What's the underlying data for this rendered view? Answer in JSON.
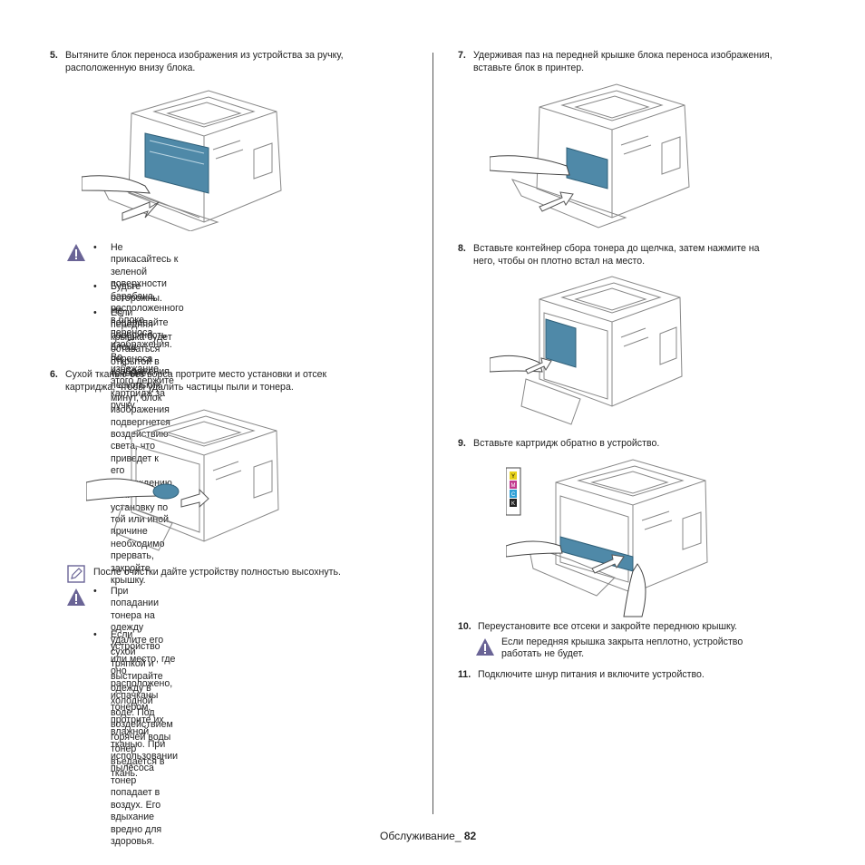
{
  "left": {
    "step5": {
      "num": "5.",
      "lines": [
        "Вытяните блок переноса изображения из устройства за ручку,",
        "расположенную внизу блока."
      ]
    },
    "warning1": {
      "icon": "warning-icon",
      "bullets": [
        {
          "lines": [
            "Не прикасайтесь к зеленой поверхности барабана,",
            "расположенного в блоке переноса изображения. Во",
            "избежание этого держите картридж за ручку."
          ]
        },
        {
          "lines": [
            "Будьте осторожны. Не поцарапайте поверхность блока",
            "переноса изображения."
          ]
        },
        {
          "lines": [
            "Если передняя крышка будет оставаться открытой в",
            "течение нескольких минут, блок изображения",
            "подвергнется воздействию света, что приведет к его",
            "повреждению. Если установку по той или иной причине",
            "необходимо прервать, закройте крышку."
          ]
        }
      ]
    },
    "step6": {
      "num": "6.",
      "lines": [
        "Сухой тканью без ворса протрите место установки и отсек",
        "картриджа, чтобы удалить частицы пыли и тонера."
      ]
    },
    "note": {
      "icon": "note-icon",
      "text": "После очистки дайте устройству полностью высохнуть."
    },
    "warning2": {
      "icon": "warning-icon",
      "bullets": [
        {
          "lines": [
            "При попадании тонера на одежду удалите его сухой",
            "тряпкой и выстирайте одежду в холодной воде. Под",
            "воздействием горячей воды тонер въедается в ткань."
          ]
        },
        {
          "lines": [
            "Если устройство или место, где оно расположено,",
            "испачканы тонером, протрите их влажной тканью. При",
            "использовании пылесоса тонер попадает в воздух. Его",
            "вдыхание вредно для здоровья."
          ]
        }
      ]
    }
  },
  "right": {
    "step7": {
      "num": "7.",
      "lines": [
        "Удерживая паз на передней крышке блока переноса изображения,",
        "вставьте блок в принтер."
      ]
    },
    "step8": {
      "num": "8.",
      "lines": [
        "Вставьте контейнер сбора тонера до щелчка, затем нажмите на",
        "него, чтобы он плотно встал на место."
      ]
    },
    "step9": {
      "num": "9.",
      "lines": [
        "Вставьте картридж обратно в устройство."
      ]
    },
    "step10": {
      "num": "10.",
      "lines": [
        "Переустановите все отсеки и закройте переднюю крышку."
      ]
    },
    "warning3": {
      "icon": "warning-icon",
      "lines": [
        "Если передняя крышка закрыта неплотно, устройство",
        "работать не будет."
      ]
    },
    "step11": {
      "num": "11.",
      "lines": [
        "Подключите шнур питания и включите устройство."
      ]
    },
    "cartridge_labels": [
      "Y",
      "M",
      "C",
      "K"
    ]
  },
  "footer": {
    "section": "Обслуживание_",
    "page": "82"
  },
  "colors": {
    "accent_blue": "#4f89a8",
    "warning_purple": "#6a6496",
    "line": "#777777"
  }
}
